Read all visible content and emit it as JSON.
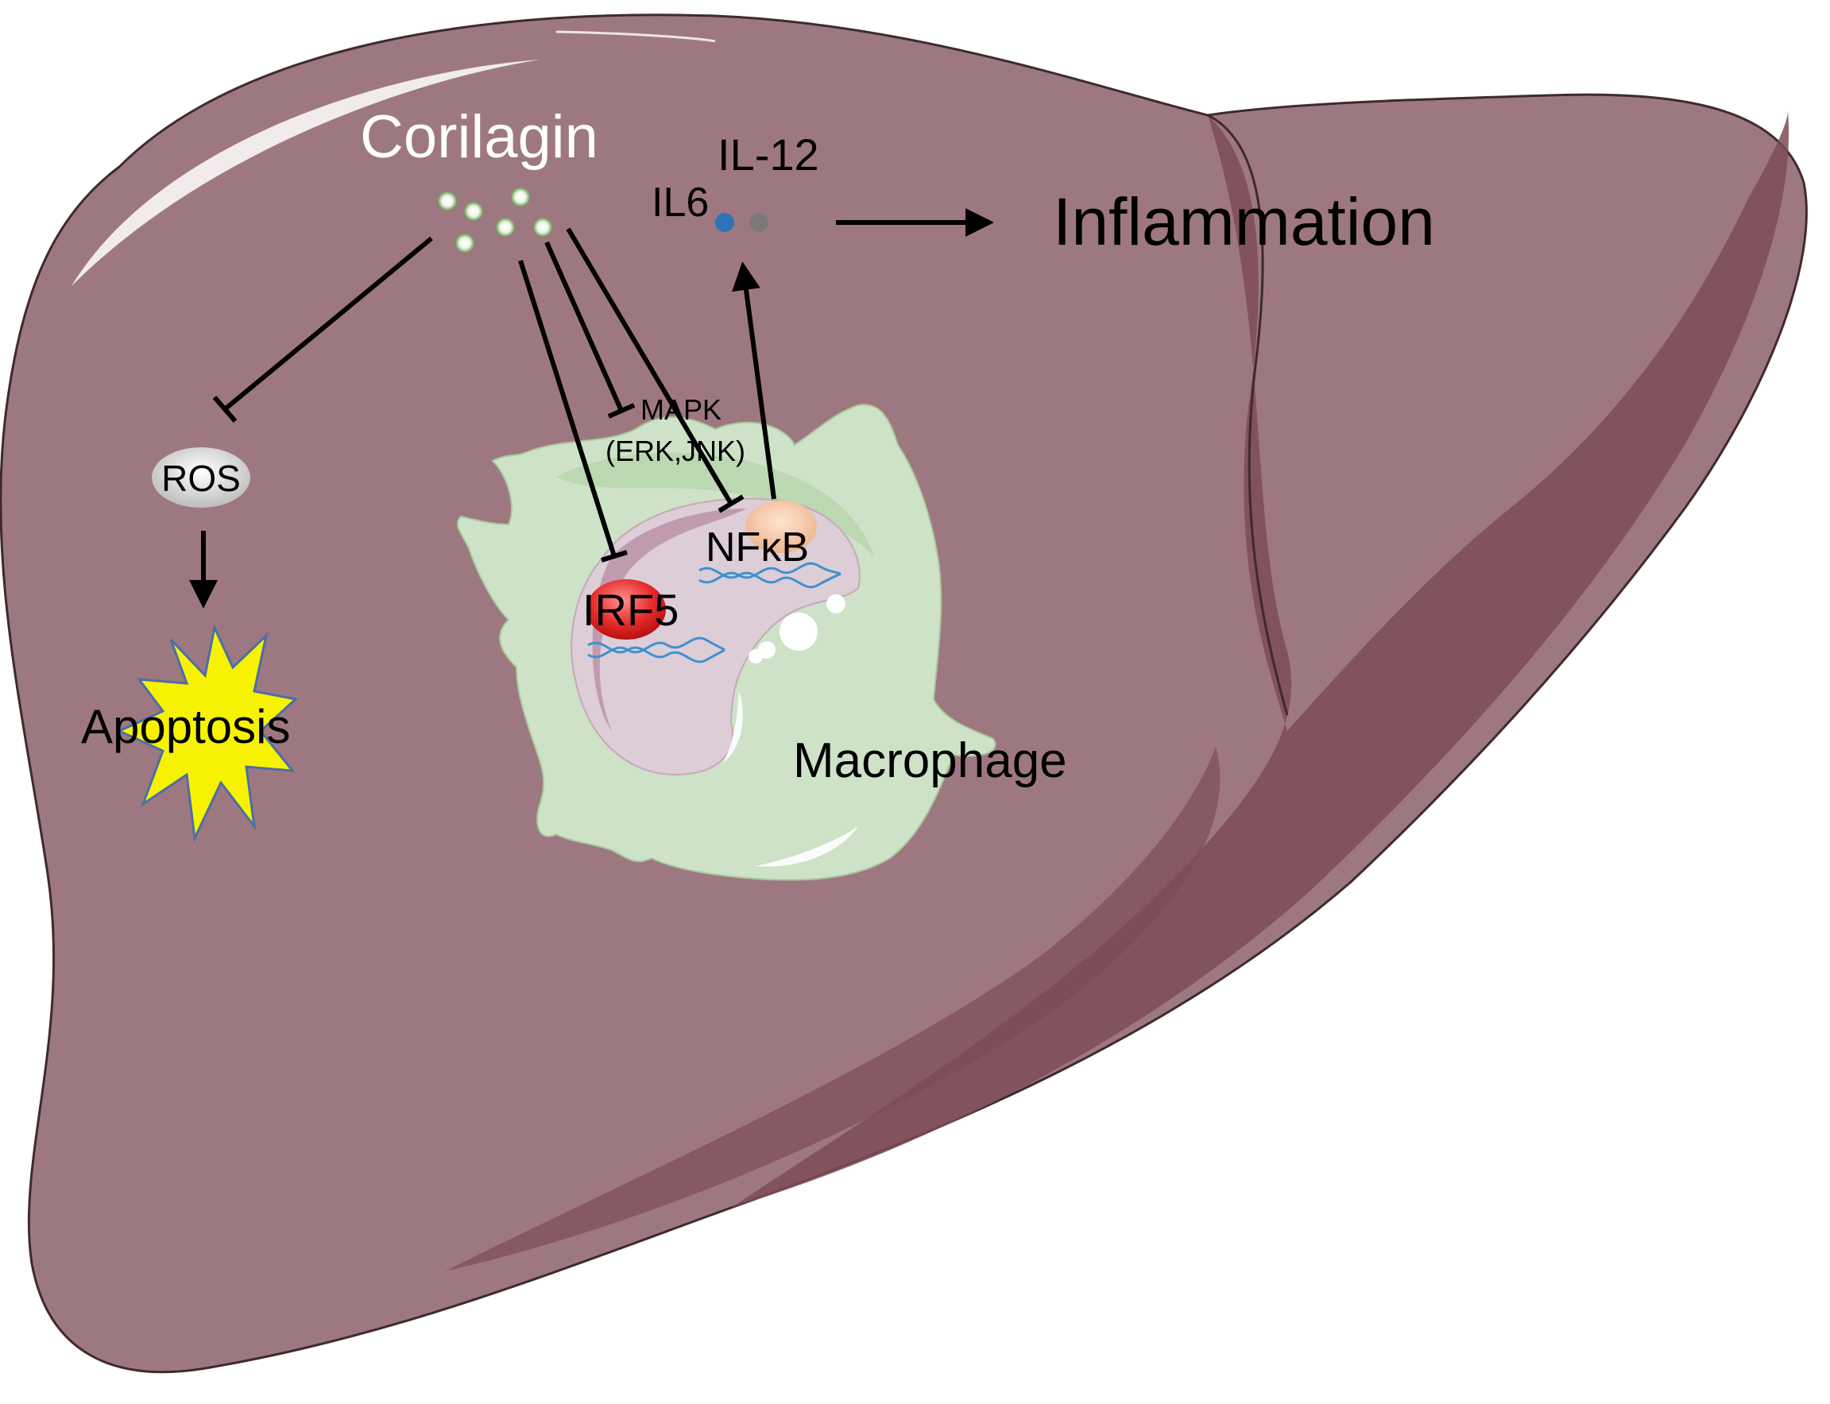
{
  "labels": {
    "drug": "Corilagin",
    "cytokine_1": "IL6",
    "cytokine_2": "IL-12",
    "outcome_inflammation": "Inflammation",
    "ros": "ROS",
    "apoptosis": "Apoptosis",
    "mapk_line1": "MAPK",
    "mapk_line2": "(ERK,JNK)",
    "nfkb": "NFκB",
    "irf5": "IRF5",
    "cell": "Macrophage"
  },
  "colors": {
    "liver": "#9e7880",
    "liver_dark": "#7c4b57",
    "liver_outline": "#3e2a2f",
    "macrophage": "#cde2c6",
    "nucleus": "#dccdd6",
    "irf5": "#e52b2b",
    "nfkb": "#f3c4a4",
    "il6_dot": "#2f72b8",
    "il12_dot": "#7a7a7a",
    "apoptosis_burst": "#f7f300",
    "drug_dot": "#7fb06a"
  }
}
